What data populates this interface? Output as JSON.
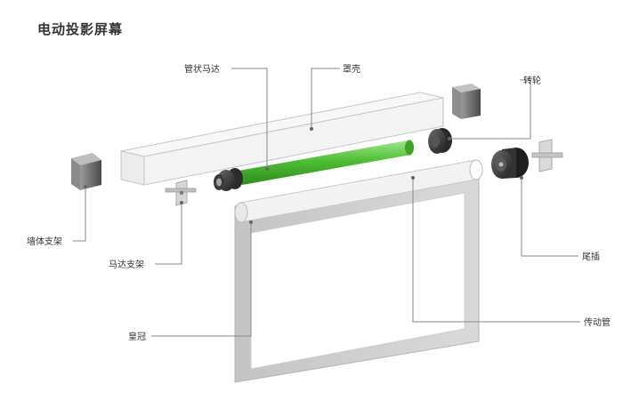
{
  "title": "电动投影屏幕",
  "labels": {
    "tube_motor": "管状马达",
    "cover": "罩壳",
    "wheel": "转轮",
    "wall_bracket": "墙体支架",
    "motor_bracket": "马达支架",
    "crown": "皇冠",
    "tail_plug": "尾插",
    "drive_tube": "传动管"
  },
  "colors": {
    "motor_green": "#4fbf35",
    "leader": "#8a8a8a"
  }
}
